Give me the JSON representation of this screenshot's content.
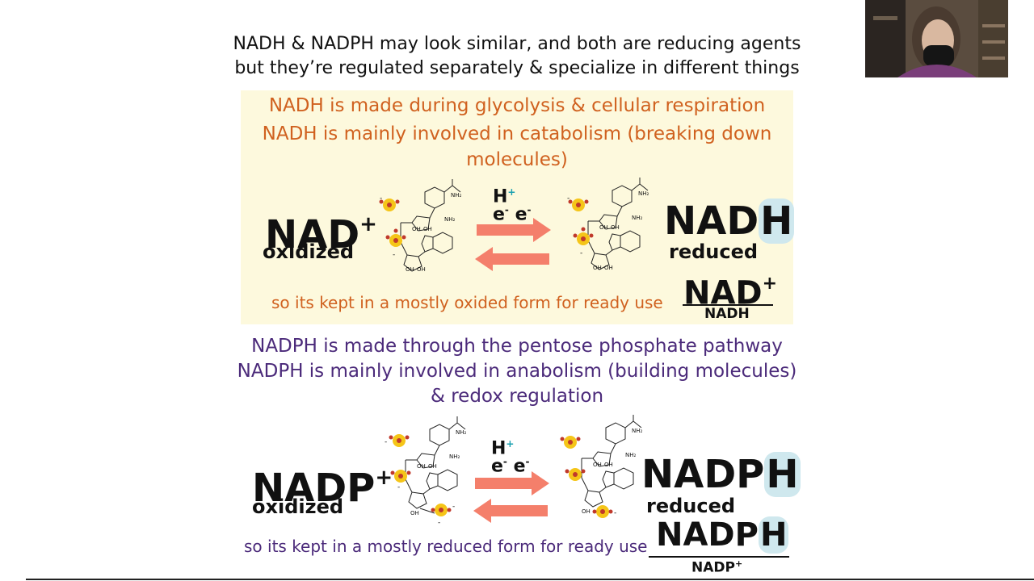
{
  "intro": {
    "line1": "NADH & NADPH may look similar, and both are reducing agents",
    "line2": "but they’re regulated separately & specialize in different things"
  },
  "nadh_section": {
    "line1": "NADH is made during glycolysis & cellular respiration",
    "line2": "NADH is mainly involved in catabolism (breaking down",
    "line3": "molecules)",
    "left_main": "NAD",
    "left_sup": "+",
    "left_state": "oxidized",
    "carriers": {
      "h": "H",
      "h_sup": "+",
      "e1": "e",
      "e1_sup": "-",
      "e2": "e",
      "e2_sup": "-"
    },
    "right_main": "NAD",
    "right_main_hl": "H",
    "right_state": "reduced",
    "footer": "so its kept in a mostly oxided form for ready use",
    "fraction_num": "NAD",
    "fraction_num_sup": "+",
    "fraction_den": "NADH"
  },
  "nadph_section": {
    "line1": "NADPH is made through the pentose phosphate pathway",
    "line2": "NADPH is mainly involved in anabolism (building molecules)",
    "line3": "& redox regulation",
    "left_main": "NADP",
    "left_sup": "+",
    "left_state": "oxidized",
    "carriers": {
      "h": "H",
      "h_sup": "+",
      "e1": "e",
      "e1_sup": "-",
      "e2": "e",
      "e2_sup": "-"
    },
    "right_main": "NADP",
    "right_main_hl": "H",
    "right_state": "reduced",
    "footer": "so its kept in a mostly reduced form for ready use",
    "fraction_num": "NADP",
    "fraction_num_hl": "H",
    "fraction_den": "NADP",
    "fraction_den_sup": "+"
  },
  "molecule_labels": {
    "oh": "OH",
    "nh2": "NH₂",
    "minus": "-"
  },
  "colors": {
    "nadh_text": "#d0611f",
    "nadph_text": "#4b2a7a",
    "arrow": "#f47f6b",
    "panel": "#fdf9dd",
    "highlight": "#cfe8ee"
  },
  "webcam": {
    "icon": "presenter-video-thumbnail"
  }
}
